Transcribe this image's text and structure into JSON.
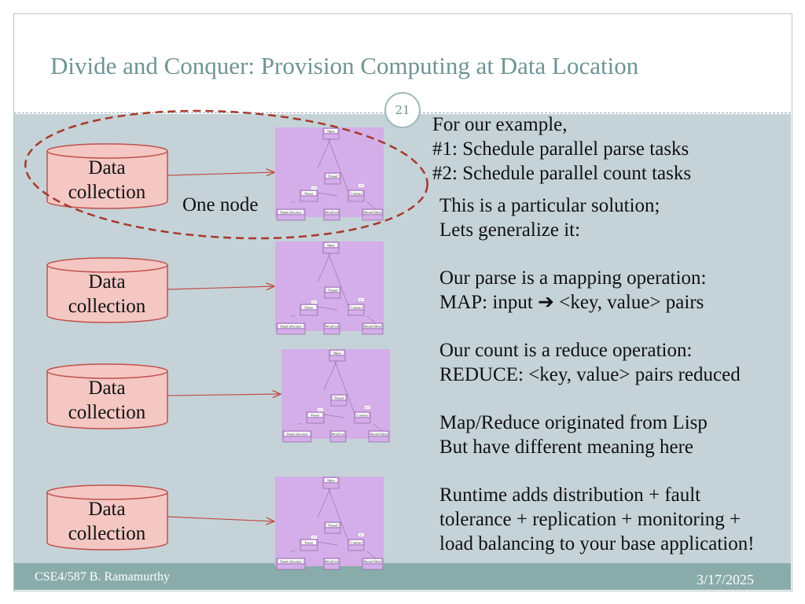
{
  "title": "Divide and Conquer: Provision Computing at Data Location",
  "page_number": "21",
  "cylinder_label_line1": "Data",
  "cylinder_label_line2": "collection",
  "node_label": "One node",
  "uml": {
    "main": "Main",
    "thread": "Thread",
    "parser": "Parser",
    "counter": "Counter",
    "data_collection": "DataCollection",
    "word_list": "WordList",
    "result_table": "ResultTable",
    "multiplicity": "1..*"
  },
  "right_text": [
    "For our example,",
    "#1: Schedule parallel parse tasks",
    "#2: Schedule parallel count tasks",
    "This is a particular solution;",
    "Lets generalize it:",
    "Our parse is a mapping operation:",
    "MAP: input ➔ <key, value> pairs",
    "Our count is a reduce operation:",
    "REDUCE: <key, value> pairs reduced",
    "Map/Reduce originated from Lisp",
    "But have different meaning here",
    "Runtime adds distribution + fault",
    "tolerance + replication + monitoring +",
    "load balancing to your base application!"
  ],
  "footer": {
    "author": "CSE4/587 B. Ramamurthy",
    "date": "3/17/2025"
  },
  "colors": {
    "cylinder": "#f4c7c3",
    "uml_bg": "#d4aee8",
    "ellipse": "#a63a2d",
    "title": "#6e9494",
    "footer": "#89acaa"
  }
}
